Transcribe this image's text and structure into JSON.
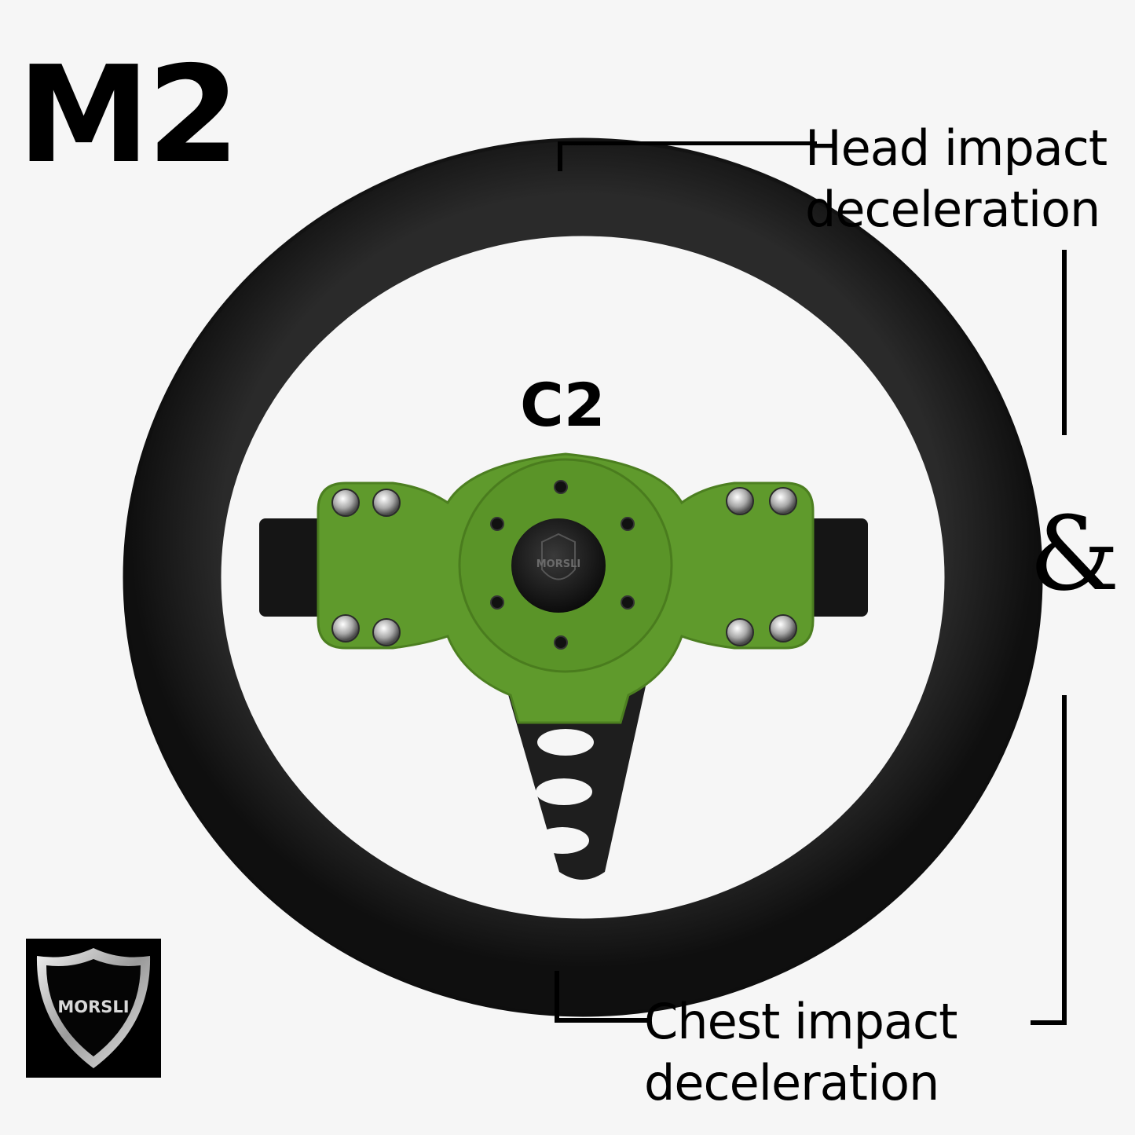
{
  "title": "M2",
  "hub_label": "C2",
  "annotations": {
    "head": [
      "Head impact",
      "deceleration"
    ],
    "chest": [
      "Chest impact",
      "deceleration"
    ],
    "connector": "&"
  },
  "brand": {
    "name": "MORSLI",
    "hub_badge": "MORSLI"
  },
  "colors": {
    "background": "#f6f6f6",
    "rim": "#1b1b1b",
    "spoke_plate": "#5f9a2c",
    "text": "#000000"
  }
}
